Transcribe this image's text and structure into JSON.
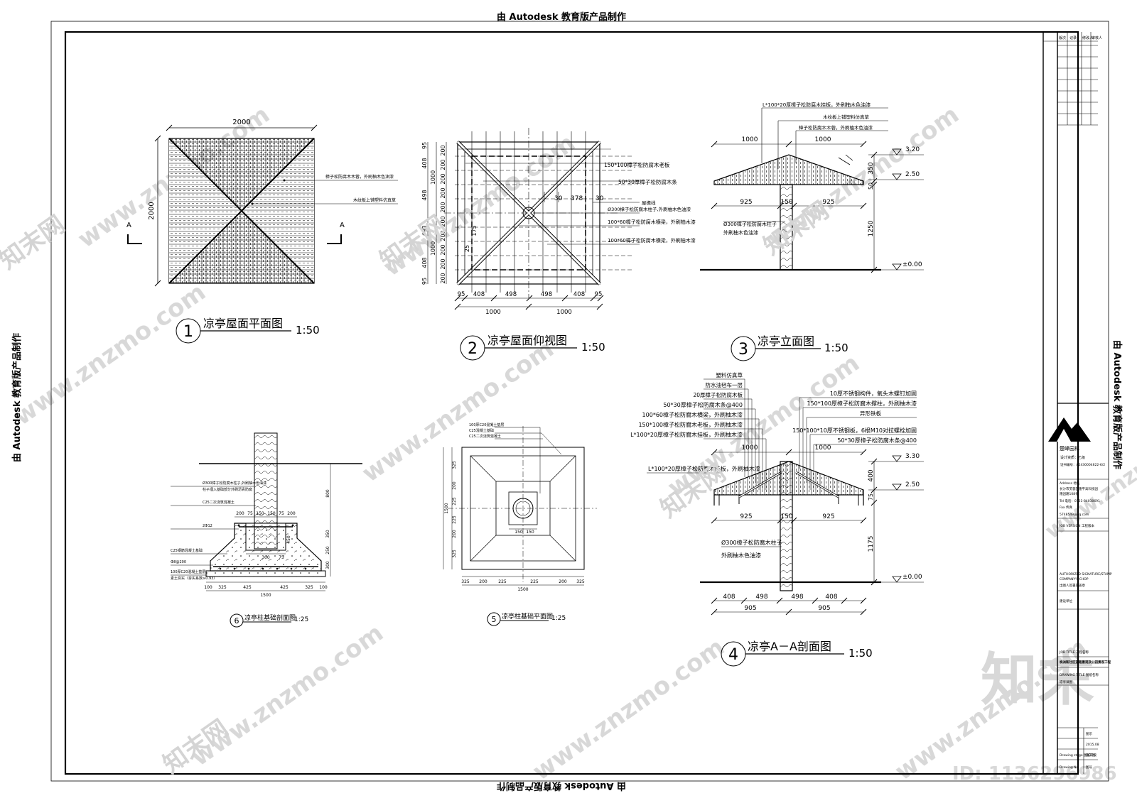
{
  "watermark": {
    "edu": "由 Autodesk 教育版产品制作",
    "site": "www.znzmo.com",
    "site_cn": "知末网",
    "logo": "知末",
    "id": "ID: 1136296986"
  },
  "views": {
    "v1": {
      "num": "1",
      "title": "凉亭屋面平面图",
      "scale": "1:50",
      "dim_w": "2000",
      "dim_h": "2000",
      "sec_a": "A",
      "lbl1": "樟子松防腐木木蓉，外刷柚木色油漆",
      "lbl2": "木纹板上铺塑料仿真草"
    },
    "v2": {
      "num": "2",
      "title": "凉亭屋面仰视图",
      "scale": "1:50",
      "lbl1": "150*100樟子松防腐木老板",
      "lbl2": "50*30厚樟子松防腐木条",
      "lbl3": "屋檐线",
      "lbl4": "Ø300樟子松防腐木柱子,外刷柚木色油漆",
      "lbl5": "100*60樟子松防腐木横梁，外刷柚木漆",
      "lbl6": "100*60樟子松防腐木横梁，外刷柚木漆",
      "d30a": "30",
      "d378": "378",
      "d30b": "30",
      "bot": [
        "95",
        "408",
        "498",
        "498",
        "408",
        "95"
      ],
      "bot2": [
        "1000",
        "1000"
      ],
      "left": [
        "95",
        "408",
        "498",
        "498",
        "408",
        "95"
      ],
      "left2": [
        "1000",
        "1000"
      ],
      "inner": [
        "200",
        "200",
        "200",
        "200",
        "200",
        "200",
        "200",
        "200",
        "200",
        "200"
      ],
      "small": [
        "175",
        "25"
      ]
    },
    "v3": {
      "num": "3",
      "title": "凉亭立面图",
      "scale": "1:50",
      "lbl1": "L*100*20厚樟子松防腐木挂板，外刷柚木色油漆",
      "lbl2": "木纹板上铺塑料仿真草",
      "lbl3": "樟子松防腐木木蓉，外刷柚木色油漆",
      "lbl4": "Ø300樟子松防腐木柱子",
      "lbl5": "外刷柚木色油漆",
      "d1000a": "1000",
      "d1000b": "1000",
      "d925a": "925",
      "d150": "150",
      "d925b": "925",
      "h350": "350",
      "h50": "50",
      "h1250": "1250",
      "el1": "3.20",
      "el2": "2.50",
      "el3": "±0.00"
    },
    "v4": {
      "num": "4",
      "title": "凉亭A－A剖面图",
      "scale": "1:50",
      "left_labels": [
        "塑料仿真草",
        "防水油毡布一层",
        "20厚樟子松防腐木板",
        "50*30厚樟子松防腐木条@400",
        "100*60樟子松防腐木横梁，外刷柚木漆",
        "150*100樟子松防腐木老板，外刷柚木漆",
        "L*100*20厚樟子松防腐木挂板，外刷柚木漆"
      ],
      "right_labels": [
        "10厚不锈钢构件，氧头木螺钉加固",
        "150*100厚樟子松防腐木撑柱，外刷柚木漆",
        "异形铁板",
        "150*100*10厚不锈钢板，6根M10对拉螺栓加固",
        "50*30厚樟子松防腐木条@400"
      ],
      "lbl_l": "L*100*20厚樟子松防腐木挂板，外刷柚木漆",
      "lbl_col": "Ø300樟子松防腐木柱子",
      "lbl_col2": "外刷柚木色油漆",
      "d1000a": "1000",
      "d1000b": "1000",
      "d925a": "925",
      "d150": "150",
      "d925b": "925",
      "bot": [
        "408",
        "498",
        "498",
        "408"
      ],
      "bot2": [
        "905",
        "905"
      ],
      "h400": "400",
      "h75": "75",
      "h1175": "1175",
      "el1": "3.30",
      "el2": "2.50",
      "el3": "±0.00"
    },
    "v5": {
      "num": "5",
      "title": "凉亭柱基础平面图",
      "scale": "1:25",
      "bot": [
        "325",
        "200",
        "225",
        "225",
        "200",
        "325"
      ],
      "total": "1500",
      "left": [
        "325",
        "200",
        "225",
        "225",
        "200",
        "325"
      ],
      "left_total": "1500",
      "inner": [
        "150",
        "150"
      ],
      "labels": [
        "100厚C20混凝土垫层",
        "C25混凝土基础",
        "C25二次浇筑混凝土"
      ]
    },
    "v6": {
      "num": "6",
      "title": "凉亭柱基础剖面图",
      "scale": "1:25",
      "labels": [
        "Ø300樟子松防腐木柱子,外刷柚木色油漆",
        "柱子埋入基础部分外刷沥青防腐",
        "C25二次浇筑混凝土",
        "2Ф12",
        "C25钢筋混凝土基础",
        "Ф8@200",
        "100厚C20混凝土垫层",
        "素土夯实（夯实系数≥0.93）"
      ],
      "top": [
        "200",
        "75",
        "150",
        "150",
        "75",
        "200"
      ],
      "mid": [
        "300",
        "75"
      ],
      "bot": [
        "100",
        "325",
        "425",
        "425",
        "325",
        "100"
      ],
      "total": "1500",
      "right": [
        "800",
        "350",
        "250",
        "300"
      ],
      "h450": "450"
    }
  },
  "title_block": {
    "header": [
      "版次",
      "记录",
      "修改人",
      "审核人"
    ],
    "company": "楚峰园林",
    "designer": "设计资质：乙级",
    "cert": "证书编号：A2430004622-6/2",
    "address_label": "Address 地址",
    "address": "长沙市芙蓉区隆平高科技园",
    "address2": "隆园路108号",
    "tel": "Tel 电话：0731-84030691",
    "fax": "Fax 传真",
    "email": "5748549@qq.com",
    "job_version": "JOB VERSION 工程版本",
    "auth": "AUTHORIZED SIGNATURE/STAMP",
    "auth2": "COMPANY'S CHOP",
    "auth3": "出图人签署及盖章",
    "client": "建设单位",
    "job_title": "JOB TITLE 工程名称",
    "project": "株洲新社区道路景观及公园景观工程",
    "drawing_title": "DRAWING TITLE 图纸名称",
    "drawing_name": "凉亭详图",
    "scale_lbl": "图示",
    "date": "2015.08",
    "stage_lbl": "Drawing stage 图纸阶段",
    "stage": "施工图",
    "no_lbl": "Drawing No.",
    "no": "图号"
  }
}
